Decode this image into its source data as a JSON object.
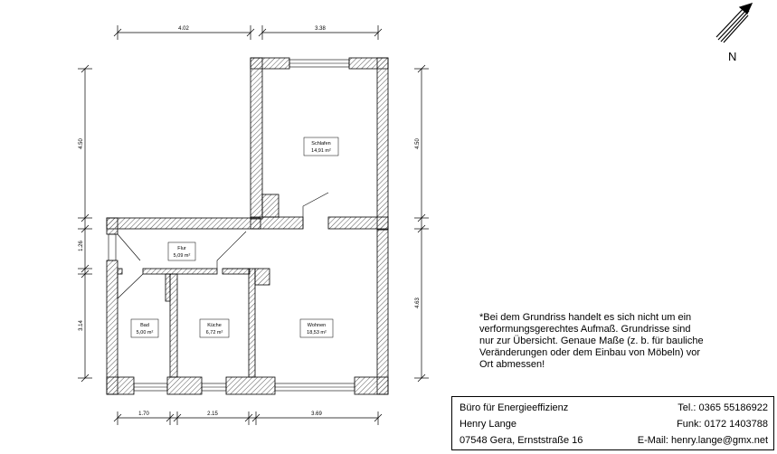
{
  "dimensions": {
    "top": [
      "4.02",
      "3.38"
    ],
    "bottom": [
      "1.70",
      "2.15",
      "3.69"
    ],
    "left": [
      "4.50",
      "1.26",
      "3.14"
    ],
    "right": [
      "4.50",
      "4.63"
    ]
  },
  "rooms": [
    {
      "name": "Schlafen",
      "area": "14,91 m²"
    },
    {
      "name": "Flur",
      "area": "5,09 m²"
    },
    {
      "name": "Bad",
      "area": "5,00 m²"
    },
    {
      "name": "Küche",
      "area": "6,72 m²"
    },
    {
      "name": "Wohnen",
      "area": "18,53 m²"
    }
  ],
  "north_label": "N",
  "note_lines": [
    "*Bei dem Grundriss handelt es sich nicht um ein",
    "verformungsgerechtes Aufmaß. Grundrisse sind",
    "nur zur Übersicht. Genaue Maße (z. b. für bauliche",
    "Veränderungen oder dem Einbau von Möbeln) vor",
    "Ort abmessen!"
  ],
  "company": {
    "name": "Büro für Energieeffizienz",
    "person": "Henry Lange",
    "address": "07548 Gera, Ernststraße 16",
    "phone": "Tel.: 0365 55186922",
    "mobile": "Funk: 0172 1403788",
    "email": "E-Mail: henry.lange@gmx.net"
  },
  "colors": {
    "line": "#000000",
    "background": "#ffffff",
    "hatch": "#555555"
  }
}
